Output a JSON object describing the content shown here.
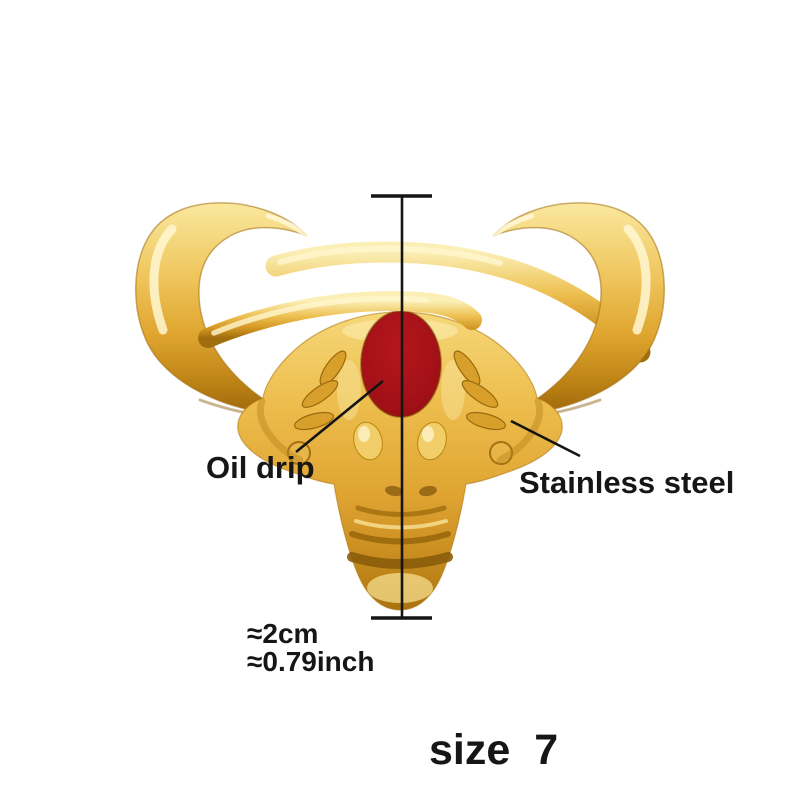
{
  "page": {
    "background": "#ffffff"
  },
  "product": {
    "name": "Gold bull head open ring with red oval stone",
    "colors": {
      "gold_mid": "#E3A93C",
      "gold_highlight": "#FBEFB6",
      "gold_shadow": "#A06E0E",
      "stone_red": "#A01016",
      "annotation_line": "#141414",
      "text": "#161616"
    }
  },
  "annotations": {
    "oil_drip": "Oil drip",
    "material": "Stainless steel",
    "height_cm": "≈2cm",
    "height_inch": "≈0.79inch",
    "size_label": "size",
    "size_value": "7"
  }
}
